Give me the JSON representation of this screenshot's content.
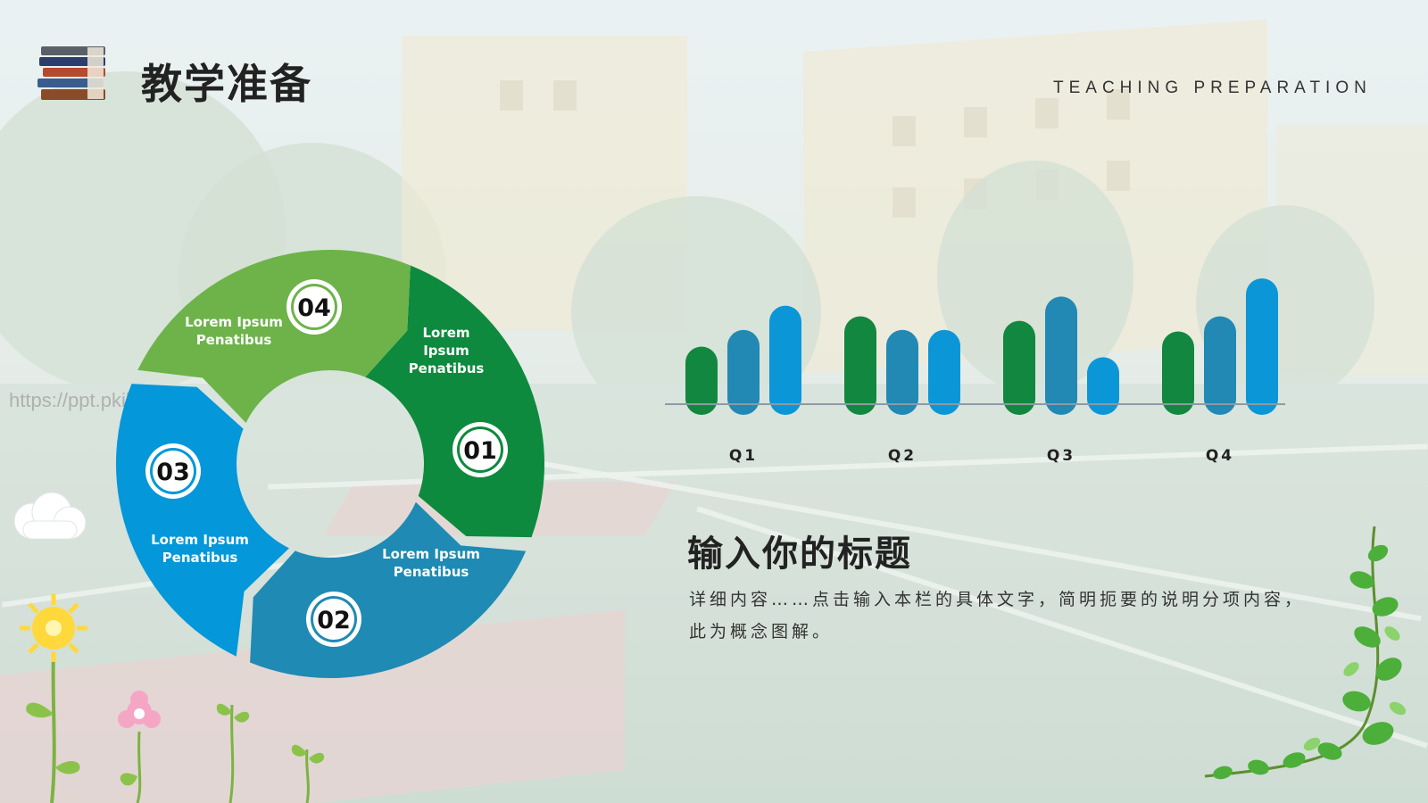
{
  "header": {
    "title": "教学准备",
    "subtitle": "TEACHING PREPARATION",
    "icon": "books-icon"
  },
  "watermark": "https://ppt.pkil.de",
  "cycle": {
    "segments": [
      {
        "number": "01",
        "label_lines": [
          "Lorem",
          "Ipsum",
          "Penatibus"
        ],
        "color": "#0d8a3d"
      },
      {
        "number": "02",
        "label_lines": [
          "Lorem Ipsum",
          "Penatibus"
        ],
        "color": "#1f8ab3"
      },
      {
        "number": "03",
        "label_lines": [
          "Lorem Ipsum",
          "Penatibus"
        ],
        "color": "#0497d9"
      },
      {
        "number": "04",
        "label_lines": [
          "Lorem Ipsum",
          "Penatibus"
        ],
        "color": "#6db34a"
      }
    ]
  },
  "chart_data": {
    "type": "bar",
    "categories": [
      "Q1",
      "Q2",
      "Q3",
      "Q4"
    ],
    "series": [
      {
        "values": [
          4.5,
          6.5,
          6.2,
          5.5
        ],
        "color": "#12873f"
      },
      {
        "values": [
          5.6,
          5.6,
          7.8,
          6.5
        ],
        "color": "#2289b4"
      },
      {
        "values": [
          7.2,
          5.6,
          3.8,
          9.0
        ],
        "color": "#0b96d8"
      }
    ],
    "ylim": [
      0,
      10
    ],
    "grid": false,
    "legend": "none",
    "bar_style": "rounded pill"
  },
  "body": {
    "title": "输入你的标题",
    "text": "详细内容……点击输入本栏的具体文字，简明扼要的说明分项内容，此为概念图解。"
  },
  "decorations": [
    "cloud-icon",
    "sun-flower-icon",
    "pink-flower-icon",
    "sprout-icon",
    "ivy-vine-icon"
  ]
}
